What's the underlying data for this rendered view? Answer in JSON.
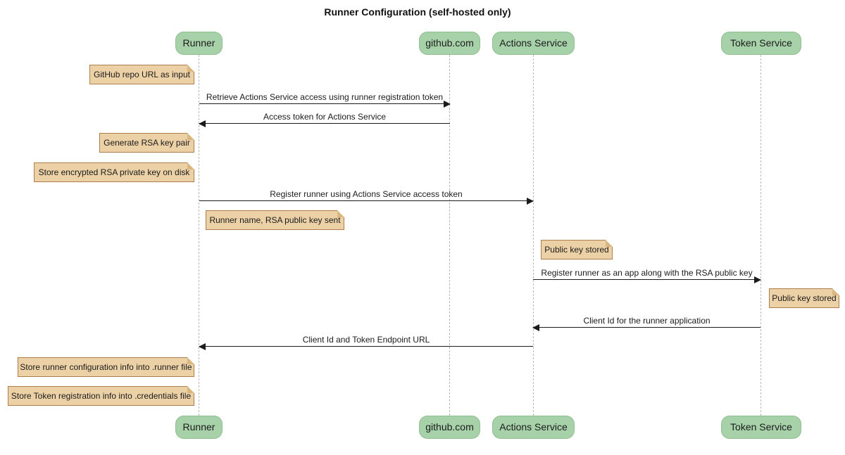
{
  "title": "Runner Configuration (self-hosted only)",
  "participants": [
    {
      "label": "Runner"
    },
    {
      "label": "github.com"
    },
    {
      "label": "Actions Service"
    },
    {
      "label": "Token Service"
    }
  ],
  "messages": [
    {
      "from": "Runner",
      "to": "github.com",
      "label": "Retrieve Actions Service access using runner registration token"
    },
    {
      "from": "github.com",
      "to": "Runner",
      "label": "Access token for Actions Service"
    },
    {
      "from": "Runner",
      "to": "Actions Service",
      "label": "Register runner using Actions Service access token"
    },
    {
      "from": "Actions Service",
      "to": "Token Service",
      "label": "Register runner as an app along with the RSA public key"
    },
    {
      "from": "Token Service",
      "to": "Actions Service",
      "label": "Client Id for the runner application"
    },
    {
      "from": "Actions Service",
      "to": "Runner",
      "label": "Client Id and Token Endpoint URL"
    }
  ],
  "notes": [
    {
      "over": "Runner",
      "label": "GitHub repo URL as input"
    },
    {
      "over": "Runner",
      "label": "Generate RSA key pair"
    },
    {
      "over": "Runner",
      "label": "Store encrypted RSA private key on disk"
    },
    {
      "over": "Runner",
      "label": "Runner name, RSA public key sent"
    },
    {
      "over": "Actions Service",
      "label": "Public key stored"
    },
    {
      "over": "Token Service",
      "label": "Public key stored"
    },
    {
      "over": "Runner",
      "label": "Store runner configuration info into .runner file"
    },
    {
      "over": "Runner",
      "label": "Store Token registration info into .credentials file"
    }
  ],
  "colors": {
    "participant_fill": "#a7d2a9",
    "participant_border": "#8fbe91",
    "note_fill": "#edd1a6",
    "note_border": "#ae7d4e",
    "note_fold": "#d9b77e",
    "lifeline": "#b9b9b9",
    "arrow": "#1b1b1b",
    "background": "#ffffff"
  }
}
